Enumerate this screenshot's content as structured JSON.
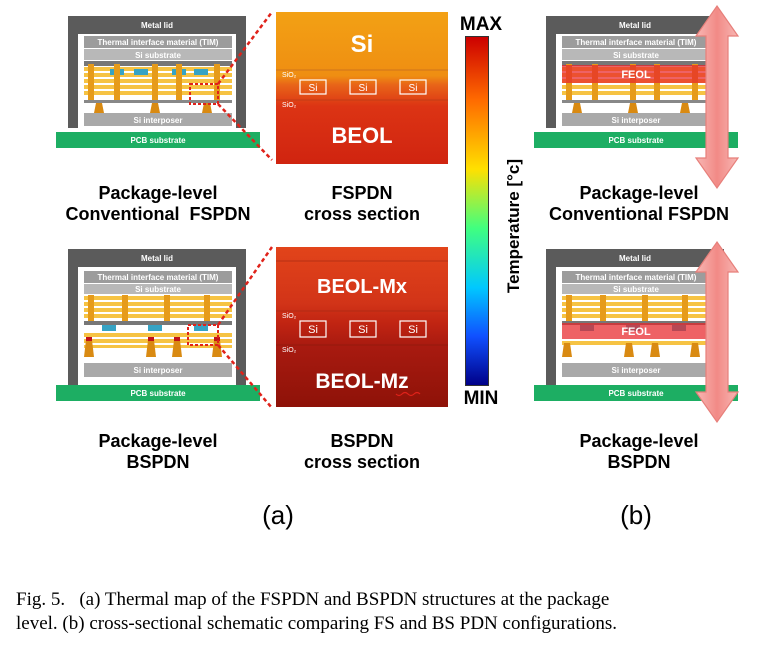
{
  "package": {
    "metal_lid": "Metal lid",
    "tim": "Thermal interface material (TIM)",
    "si_substrate": "Si substrate",
    "si_interposer": "Si interposer",
    "pcb_substrate": "PCB substrate",
    "feol": "FEOL"
  },
  "fs_cross_section": {
    "top_layer": "Si",
    "oxide_top": "SiO₂",
    "oxide_bottom": "SiO₂",
    "si_blocks": [
      "Si",
      "Si",
      "Si"
    ],
    "bottom_layer": "BEOL"
  },
  "bs_cross_section": {
    "top_layer": "BEOL-Mx",
    "oxide_top": "SiO₂",
    "oxide_bottom": "SiO₂",
    "si_blocks": [
      "Si",
      "Si",
      "Si"
    ],
    "bottom_layer": "BEOL-Mz"
  },
  "colorbar": {
    "max_label": "MAX",
    "min_label": "MIN",
    "axis_label": "Temperature [°c]",
    "colors": [
      "#e60000",
      "#ff8000",
      "#ffff00",
      "#00ff80",
      "#00c0ff",
      "#0040ff",
      "#000099"
    ]
  },
  "labels": {
    "fs_pkg_a": [
      "Package-level",
      "Conventional  FSPDN"
    ],
    "fs_cs": [
      "FSPDN",
      "cross section"
    ],
    "fs_pkg_b": [
      "Package-level",
      "Conventional FSPDN"
    ],
    "bs_pkg_a": [
      "Package-level",
      "BSPDN"
    ],
    "bs_cs": [
      "BSPDN",
      "cross section"
    ],
    "bs_pkg_b": [
      "Package-level",
      "BSPDN"
    ]
  },
  "subfig": {
    "a": "(a)",
    "b": "(b)"
  },
  "caption": {
    "line1": "Fig. 5.   (a) Thermal map of the FSPDN and BSPDN structures at the package",
    "line2": "level. (b) cross-sectional schematic comparing FS and BS PDN configurations."
  }
}
